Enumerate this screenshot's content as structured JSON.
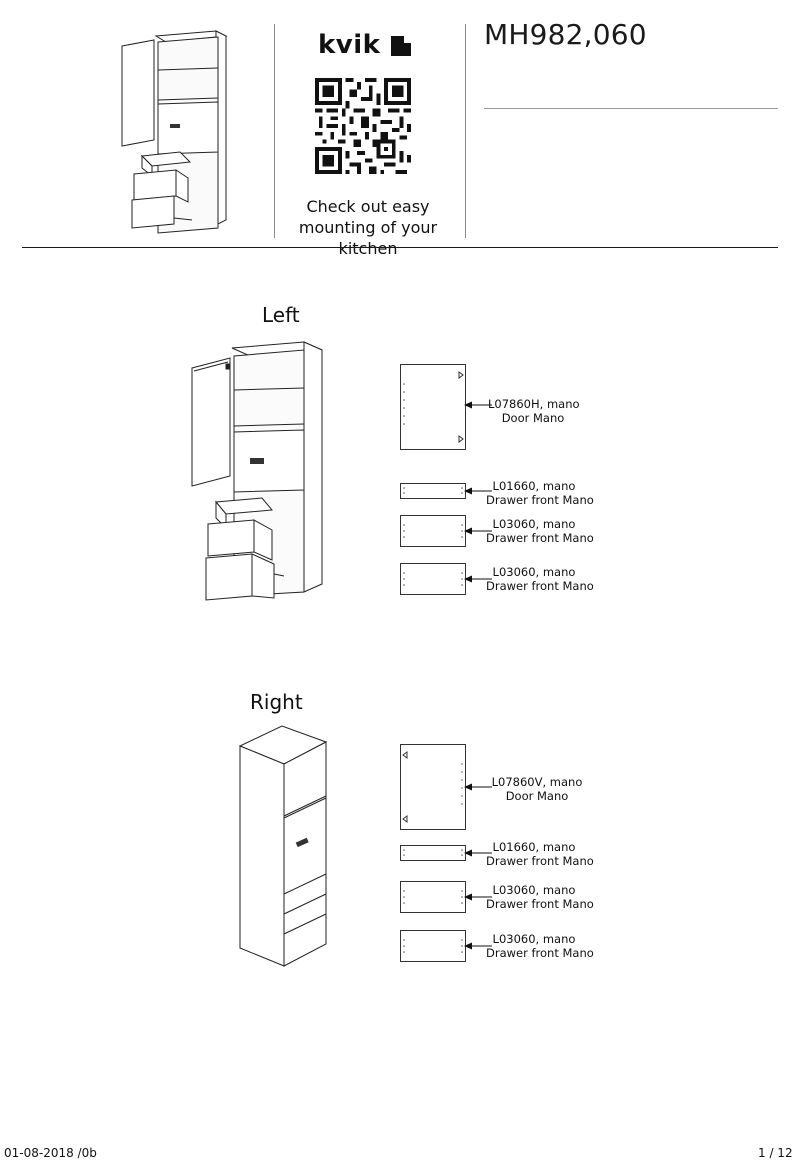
{
  "header": {
    "brand": "kvik",
    "model_code": "MH982,060",
    "qr_caption_line1": "Check out easy",
    "qr_caption_line2": "mounting of your kitchen"
  },
  "sections": [
    {
      "title": "Left",
      "parts": [
        {
          "code": "L07860H, mano",
          "desc": "Door Mano"
        },
        {
          "code": "L01660, mano",
          "desc": "Drawer front Mano"
        },
        {
          "code": "L03060, mano",
          "desc": "Drawer front Mano"
        },
        {
          "code": "L03060, mano",
          "desc": "Drawer front Mano"
        }
      ]
    },
    {
      "title": "Right",
      "parts": [
        {
          "code": "L07860V, mano",
          "desc": "Door Mano"
        },
        {
          "code": "L01660, mano",
          "desc": "Drawer front Mano"
        },
        {
          "code": "L03060, mano",
          "desc": "Drawer front Mano"
        },
        {
          "code": "L03060, mano",
          "desc": "Drawer front Mano"
        }
      ]
    }
  ],
  "footer": {
    "date_rev": "01-08-2018 /0b",
    "page": "1 / 12"
  }
}
